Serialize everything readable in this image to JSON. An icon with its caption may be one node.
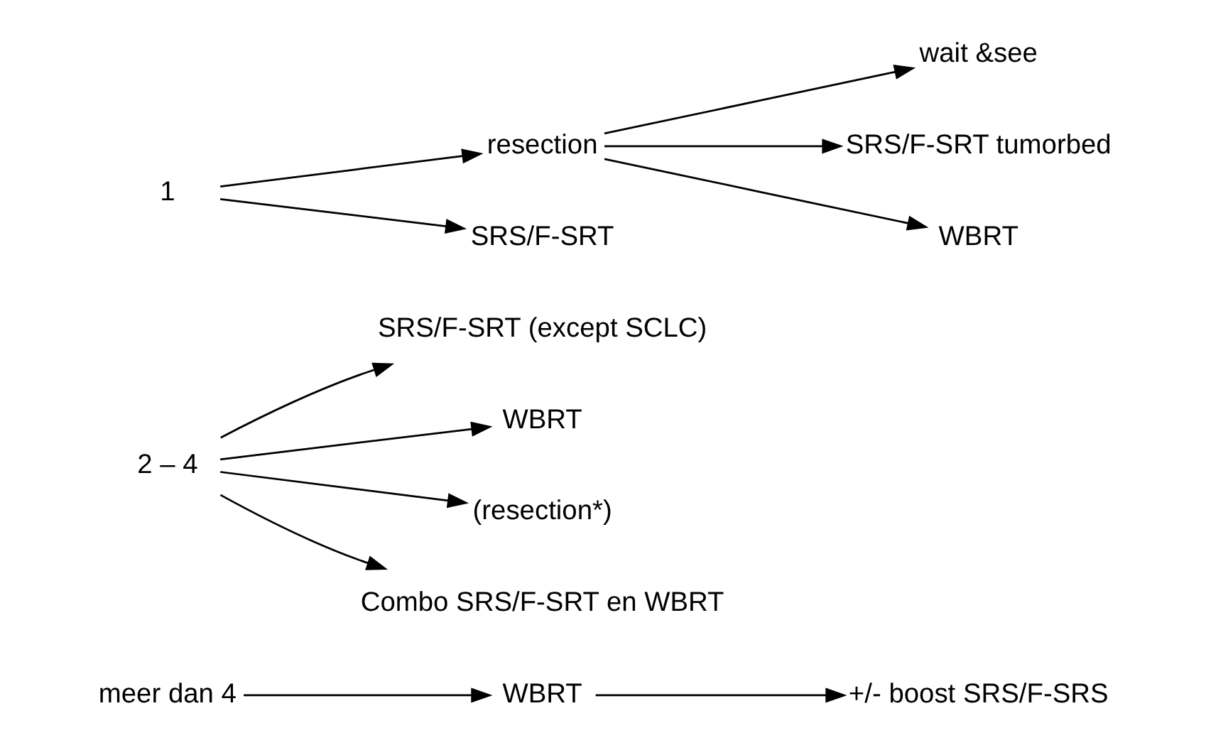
{
  "diagram": {
    "nodes": [
      {
        "text": [
          "meer dan 4"
        ]
      },
      {
        "text": [
          "WBRT"
        ]
      },
      {
        "text": [
          "+/- boost SRS/F-SRS"
        ]
      },
      {
        "text": [
          "2 – 4"
        ]
      },
      {
        "text": [
          "SRS/F-SRT (except SCLC)"
        ]
      },
      {
        "text": [
          "WBRT"
        ]
      },
      {
        "text": [
          "(resection*)"
        ]
      },
      {
        "text": [
          "Combo SRS/F-SRT en WBRT"
        ]
      },
      {
        "text": [
          "1"
        ]
      },
      {
        "text": [
          "resection"
        ]
      },
      {
        "text": [
          "wait &see"
        ]
      },
      {
        "text": [
          "SRS/F-SRT tumorbed"
        ]
      },
      {
        "text": [
          "WBRT"
        ]
      },
      {
        "text": [
          "SRS/F-SRT"
        ]
      }
    ],
    "edges": [
      {
        "from": 0,
        "to": 1,
        "arrow": "to"
      },
      {
        "from": 1,
        "to": 2,
        "arrow": "to"
      },
      {
        "from": 3,
        "to": 4,
        "arrow": "to"
      },
      {
        "from": 3,
        "to": 5,
        "arrow": "to"
      },
      {
        "from": 3,
        "to": 6,
        "arrow": "to"
      },
      {
        "from": 3,
        "to": 7,
        "arrow": "to"
      },
      {
        "from": 8,
        "to": 9,
        "arrow": "to"
      },
      {
        "from": 8,
        "to": 13,
        "arrow": "to"
      },
      {
        "from": 9,
        "to": 10,
        "arrow": "to"
      },
      {
        "from": 9,
        "to": 11,
        "arrow": "to"
      },
      {
        "from": 9,
        "to": 12,
        "arrow": "to"
      }
    ]
  }
}
